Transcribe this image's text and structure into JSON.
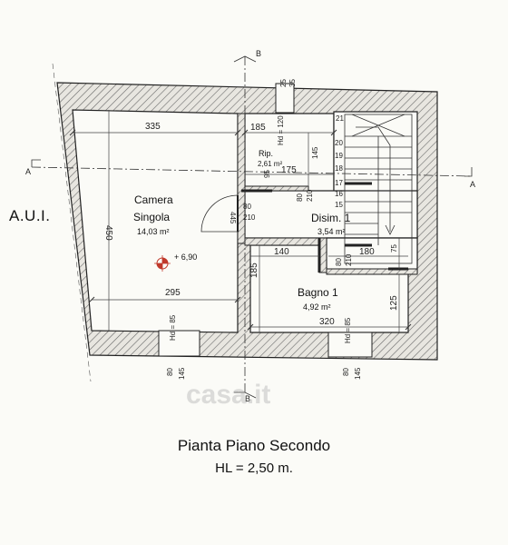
{
  "side_label": "A.U.I.",
  "title": "Pianta Piano Secondo",
  "height_label": "HL = 2,50 m.",
  "watermark": "casa.it",
  "section_marks": {
    "a": "A",
    "b": "B"
  },
  "rooms": [
    {
      "name": "Camera",
      "name2": "Singola",
      "area": "14,03 m²"
    },
    {
      "name": "Rip.",
      "area": "2,61 m²"
    },
    {
      "name": "Disim. 1",
      "area": "3,54 m²"
    },
    {
      "name": "Bagno 1",
      "area": "4,92 m²"
    }
  ],
  "elevation": "+ 6,90",
  "dimensions": {
    "camera_width_top": "335",
    "camera_width_bottom": "295",
    "camera_height": "450",
    "rip_width": "185",
    "rip_height": "95",
    "rip_depth": "145",
    "disim_width": "175",
    "door_80": "80",
    "door_210": "210",
    "wall_445": "445",
    "bagno_width_top": "140",
    "bagno_width_bottom": "320",
    "bagno_height": "185",
    "bagno_right": "125",
    "stair_180": "180",
    "stair_75": "75",
    "window_top_25": "25",
    "window_top_35": "35",
    "hd_120": "Hd = 120",
    "hd_85": "Hd = 85",
    "win_80": "80",
    "win_145": "145"
  },
  "stair_steps": [
    "21",
    "20",
    "19",
    "18",
    "17",
    "16",
    "15"
  ]
}
